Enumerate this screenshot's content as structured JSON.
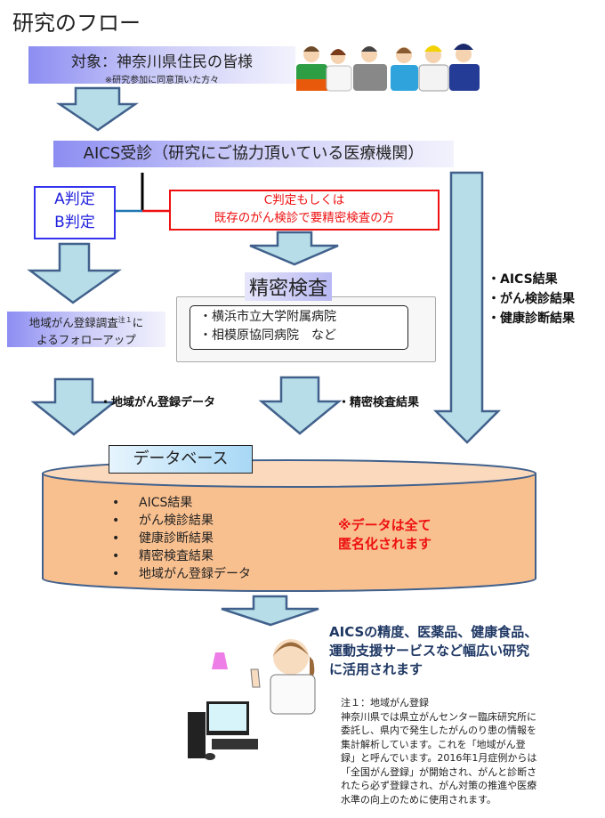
{
  "title": "研究のフロー",
  "target": {
    "main": "対象：神奈川県住民の皆様",
    "sub": "※研究参加に同意頂いた方々"
  },
  "aics_visit": "AICS受診（研究にご協力頂いている医療機関）",
  "judgement_ab": {
    "line1": "A判定",
    "line2": "B判定"
  },
  "judgement_c": {
    "line1": "C判定もしくは",
    "line2": "既存のがん検診で要精密検査の方"
  },
  "followup": {
    "line1_a": "地域がん登録調査",
    "line1_sup": "注１",
    "line1_b": "に",
    "line2": "よるフォローアップ"
  },
  "detailed_exam": {
    "title": "精密検査",
    "hospitals": [
      "・横浜市立大学附属病院",
      "・相模原協同病院　など"
    ]
  },
  "right_flow_items": [
    "・AICS結果",
    "・がん検診結果",
    "・健康診断結果"
  ],
  "arrow_labels": {
    "regional": "・地域がん登録データ",
    "exam": "・精密検査結果"
  },
  "database": {
    "label": "データベース",
    "bullet": "•",
    "items": [
      "AICS結果",
      "がん検診結果",
      "健康診断結果",
      "精密検査結果",
      "地域がん登録データ"
    ],
    "note_line1": "※データは全て",
    "note_line2": "匿名化されます"
  },
  "research_use": [
    "AICSの精度、医薬品、健康食品、",
    "運動支援サービスなど幅広い研究",
    "に活用されます"
  ],
  "footnote": {
    "heading": "注１：地域がん登録",
    "lines": [
      "神奈川県では県立がんセンター臨床研究所に",
      "委託し、県内で発生したがんのり患の情報を",
      "集計解析しています。これを「地域がん登",
      "録」と呼んでいます。2016年1月症例からは",
      "「全国がん登録」が開始され、がんと診断さ",
      "れたら必ず登録され、がん対策の推進や医療",
      "水準の向上のために使用されます。"
    ]
  },
  "colors": {
    "arrow_fill": "#b7dde8",
    "arrow_stroke": "#41618c",
    "db_fill": "#f9c08f",
    "db_top": "#fbd9bd",
    "c_red": "#ee1111",
    "ab_blue": "#2222dd"
  }
}
